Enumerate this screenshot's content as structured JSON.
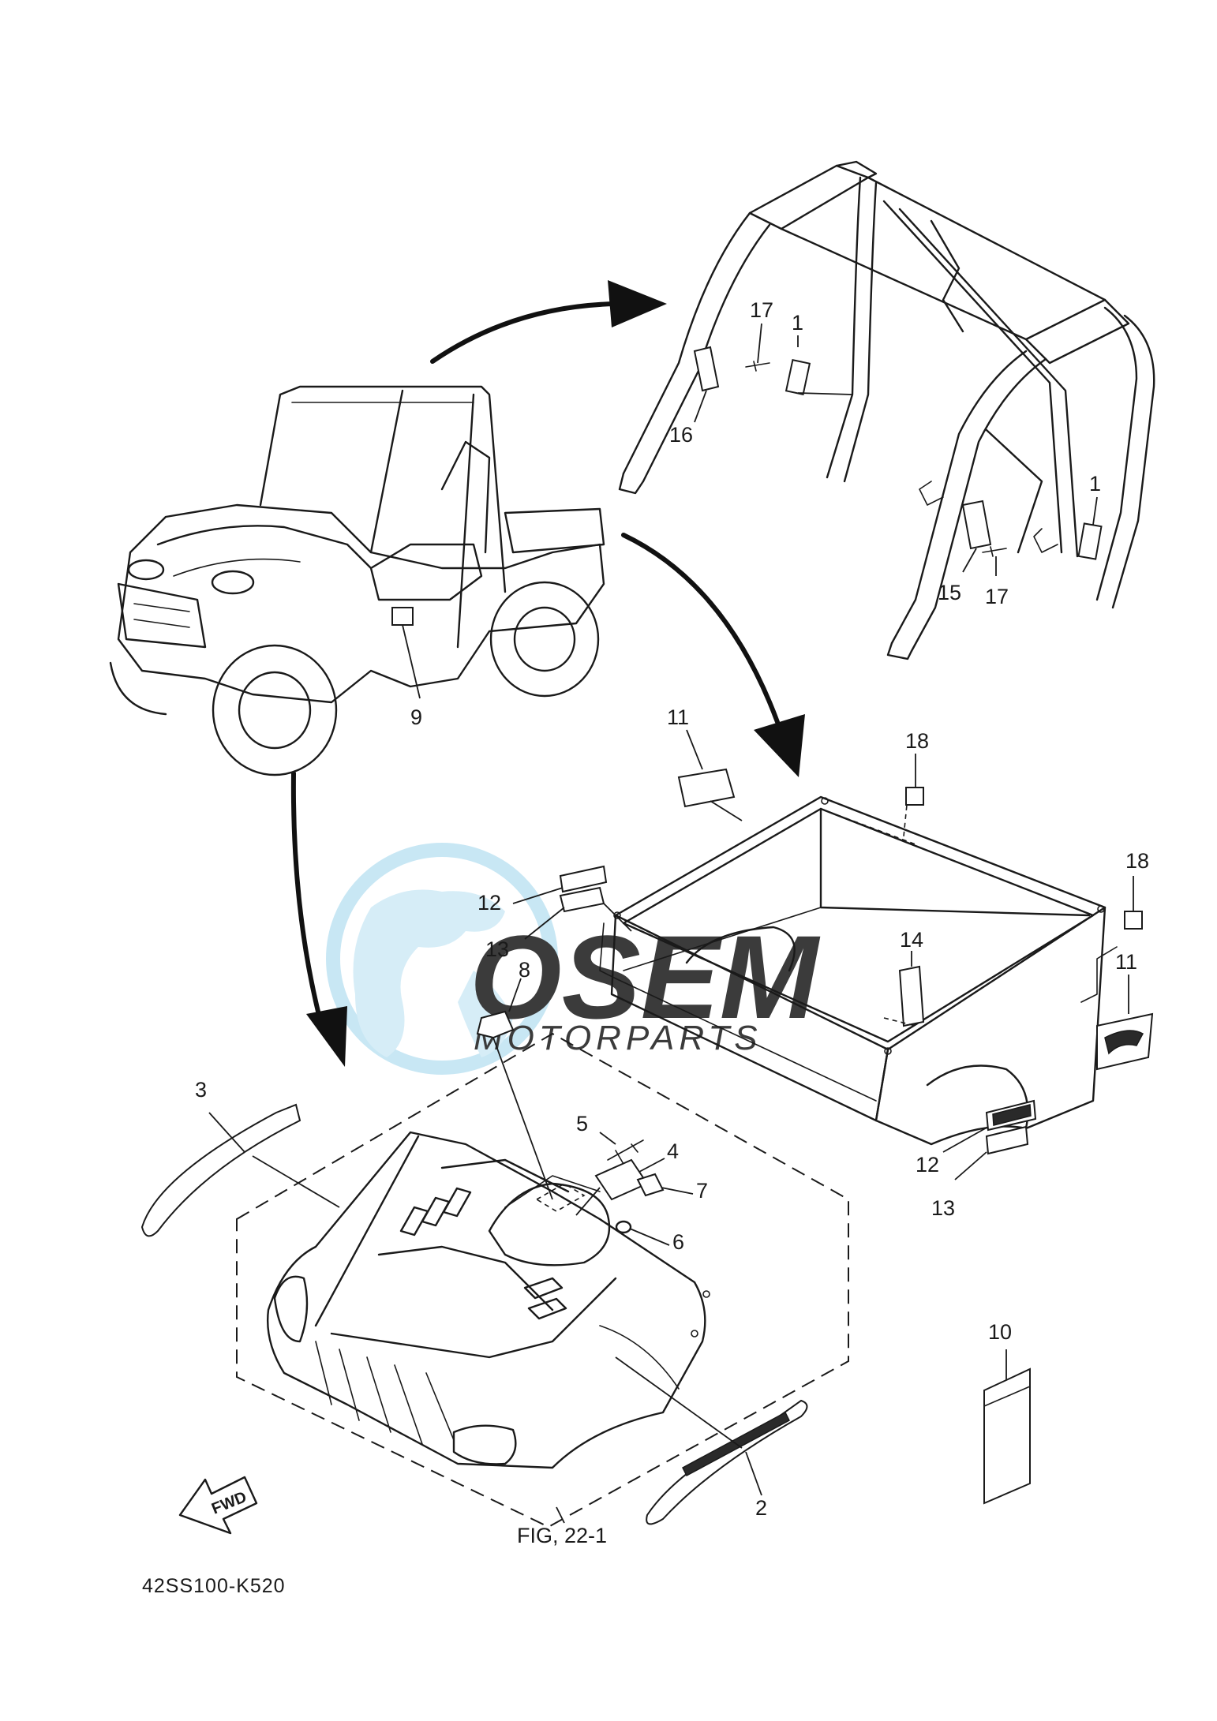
{
  "diagram": {
    "code": "42SS100-K520",
    "fig_ref": "FIG, 22-1",
    "fwd_label": "FWD",
    "callouts": {
      "c1a": "1",
      "c1b": "1",
      "c2": "2",
      "c3": "3",
      "c4": "4",
      "c5": "5",
      "c6": "6",
      "c7": "7",
      "c8": "8",
      "c9": "9",
      "c10": "10",
      "c11a": "11",
      "c11b": "11",
      "c12a": "12",
      "c12b": "12",
      "c13a": "13",
      "c13b": "13",
      "c14": "14",
      "c15": "15",
      "c16": "16",
      "c17a": "17",
      "c17b": "17",
      "c18a": "18",
      "c18b": "18"
    }
  },
  "watermark": {
    "brand": "OSEM",
    "sub": "MOTORPARTS",
    "colors": {
      "globe": "#bfe3f3",
      "text": "#b8b8b8"
    }
  }
}
